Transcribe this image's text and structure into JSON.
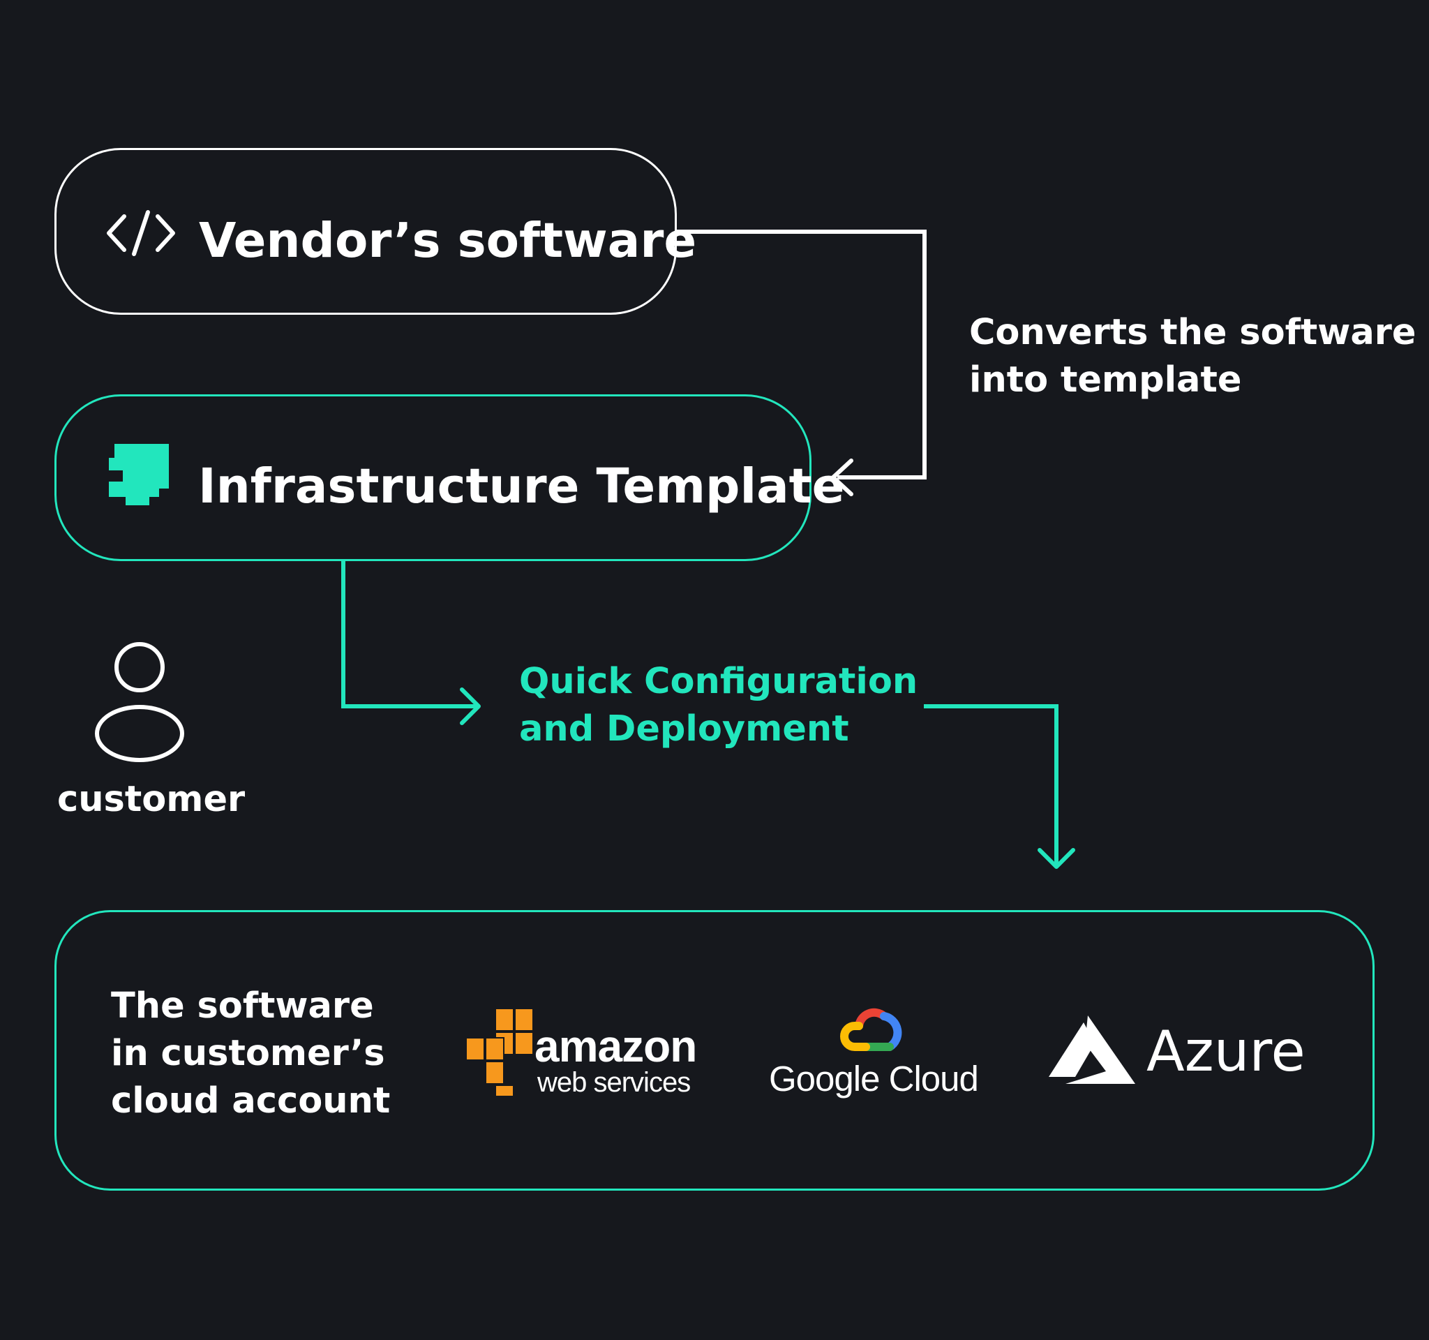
{
  "vendor_box": {
    "label": "Vendor’s software",
    "icon": "code-icon"
  },
  "template_box": {
    "label": "Infrastructure Template",
    "icon": "template-icon"
  },
  "converts_note": {
    "line1": "Converts the software",
    "line2": "into template"
  },
  "quick_note": {
    "line1": "Quick Configuration",
    "line2": "and Deployment"
  },
  "customer": {
    "label": "customer",
    "icon": "person-icon"
  },
  "cloud_box": {
    "line1": "The software",
    "line2": "in customer’s",
    "line3": "cloud account",
    "logos": {
      "aws": {
        "word1": "amazon",
        "word2": "web services"
      },
      "gcloud": {
        "text": "Google Cloud"
      },
      "azure": {
        "text": "Azure"
      }
    }
  },
  "colors": {
    "background": "#16181d",
    "accent": "#22e6bd",
    "white": "#ffffff",
    "aws_orange": "#f7981d",
    "google_blue": "#4285f4",
    "google_red": "#ea4335",
    "google_yellow": "#fbbc04",
    "google_green": "#34a853"
  }
}
